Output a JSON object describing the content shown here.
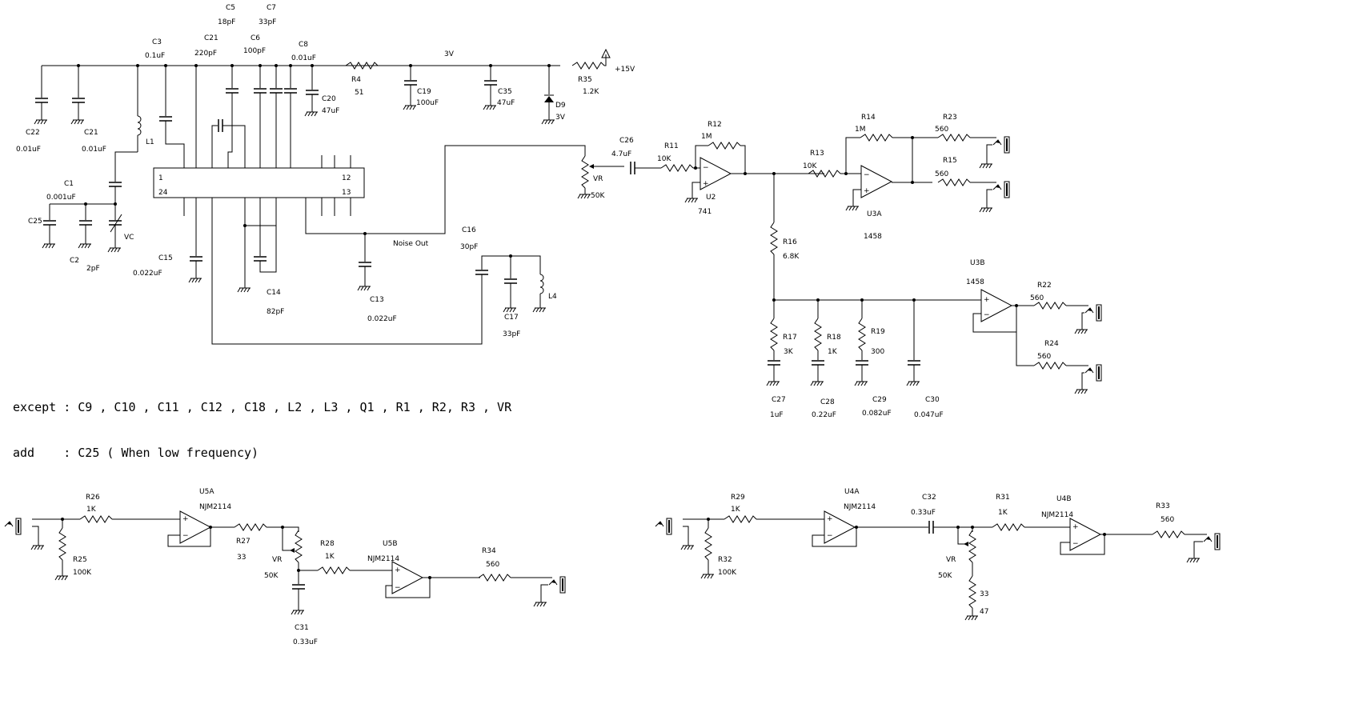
{
  "labels": {
    "C5": "C5",
    "C5v": "18pF",
    "C7": "C7",
    "C7v": "33pF",
    "C3": "C3",
    "C3v": "0.1uF",
    "C21t": "C21",
    "C21tv": "220pF",
    "C6": "C6",
    "C6v": "100pF",
    "C8": "C8",
    "C8v": "0.01uF",
    "net3v": "3V",
    "p15v": "+15V",
    "R4": "R4",
    "R4v": "51",
    "C19": "C19",
    "C19v": "100uF",
    "C20": "C20",
    "C20v": "47uF",
    "C35": "C35",
    "C35v": "47uF",
    "R35": "R35",
    "R35v": "1.2K",
    "D9": "D9",
    "D9v": "3V",
    "C22": "C22",
    "C22v": "0.01uF",
    "C21": "C21",
    "C21v": "0.01uF",
    "L1": "L1",
    "C1": "C1",
    "C1v": "0.001uF",
    "C25": "C25",
    "VC": "VC",
    "C2": "C2",
    "C2v": "2pF",
    "C15": "C15",
    "C15v": "0.022uF",
    "pin1": "1",
    "pin24": "24",
    "pin12": "12",
    "pin13": "13",
    "C14": "C14",
    "C14v": "82pF",
    "C13": "C13",
    "C13v": "0.022uF",
    "noise": "Noise Out",
    "C16": "C16",
    "C16v": "30pF",
    "C17": "C17",
    "C17v": "33pF",
    "L4": "L4",
    "C26": "C26",
    "C26v": "4.7uF",
    "VRa": "VR",
    "VRav": "50K",
    "R11": "R11",
    "R11v": "10K",
    "R12": "R12",
    "R12v": "1M",
    "U2": "U2",
    "U2v": "741",
    "R13": "R13",
    "R13v": "10K",
    "R14": "R14",
    "R14v": "1M",
    "U3A": "U3A",
    "U3Av": "1458",
    "R23": "R23",
    "R23v": "560",
    "R15": "R15",
    "R15v": "560",
    "R16": "R16",
    "R16v": "6.8K",
    "U3B": "U3B",
    "U3Bv": "1458",
    "R22": "R22",
    "R22v": "560",
    "R24": "R24",
    "R24v": "560",
    "R17": "R17",
    "R17v": "3K",
    "R18": "R18",
    "R18v": "1K",
    "R19": "R19",
    "R19v": "300",
    "C27": "C27",
    "C27v": "1uF",
    "C28": "C28",
    "C28v": "0.22uF",
    "C29": "C29",
    "C29v": "0.082uF",
    "C30": "C30",
    "C30v": "0.047uF",
    "R26": "R26",
    "R26v": "1K",
    "U5A": "U5A",
    "U5Av": "NJM2114",
    "R25": "R25",
    "R25v": "100K",
    "R27": "R27",
    "R27v": "33",
    "VRb": "VR",
    "VRbv": "50K",
    "R28": "R28",
    "R28v": "1K",
    "U5B": "U5B",
    "U5Bv": "NJM2114",
    "R34": "R34",
    "R34v": "560",
    "C31": "C31",
    "C31v": "0.33uF",
    "R29": "R29",
    "R29v": "1K",
    "U4A": "U4A",
    "U4Av": "NJM2114",
    "R32": "R32",
    "R32v": "100K",
    "C32": "C32",
    "C32v": "0.33uF",
    "R31": "R31",
    "R31v": "1K",
    "U4B": "U4B",
    "U4Bv": "NJM2114",
    "R33": "R33",
    "R33v": "560",
    "VRc": "VR",
    "VRcv": "50K",
    "R33b": "33",
    "R33bv": "47"
  },
  "note": {
    "line1": "except : C9 , C10 , C11 , C12 , C18 , L2 , L3 , Q1 , R1 , R2, R3 , VR",
    "line2": "add    : C25 ( When low frequency)"
  }
}
